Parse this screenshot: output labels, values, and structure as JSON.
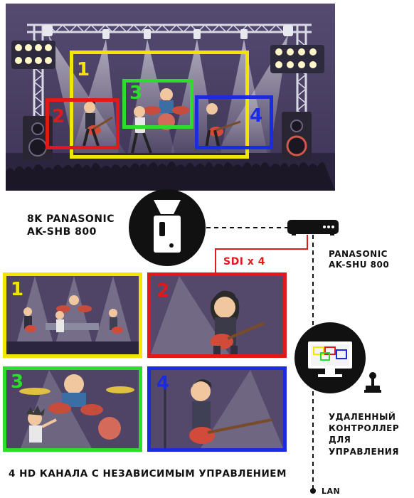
{
  "stage_regions": [
    {
      "label": "1",
      "color": "#f2e600"
    },
    {
      "label": "2",
      "color": "#e01a1a"
    },
    {
      "label": "3",
      "color": "#2ddc2d"
    },
    {
      "label": "4",
      "color": "#1a2be0"
    }
  ],
  "camera": {
    "name_line1": "8K PANASONIC",
    "name_line2": "AK-SHB 800",
    "icon": "camera-icon"
  },
  "unit": {
    "name_line1": "PANASONIC",
    "name_line2": "AK-SHU 800",
    "icon": "camera-control-unit-icon"
  },
  "sdi_label": "SDI x 4",
  "outputs": [
    {
      "label": "1",
      "color": "#f2e600"
    },
    {
      "label": "2",
      "color": "#e01a1a"
    },
    {
      "label": "3",
      "color": "#2ddc2d"
    },
    {
      "label": "4",
      "color": "#1a2be0"
    }
  ],
  "controller": {
    "line1": "УДАЛЕННЫЙ",
    "line2": "КОНТРОЛЛЕР",
    "line3": "ДЛЯ УПРАВЛЕНИЯ",
    "icon": "monitor-icon",
    "joystick_icon": "joystick-icon"
  },
  "lan_label": "LAN",
  "bottom_caption": "4 HD КАНАЛА С НЕЗАВИСИМЫМ УПРАВЛЕНИЕМ",
  "colors": {
    "stage_bg": "#4f4466",
    "sdi_line": "#e01a1a",
    "dashed_line": "#111111"
  }
}
